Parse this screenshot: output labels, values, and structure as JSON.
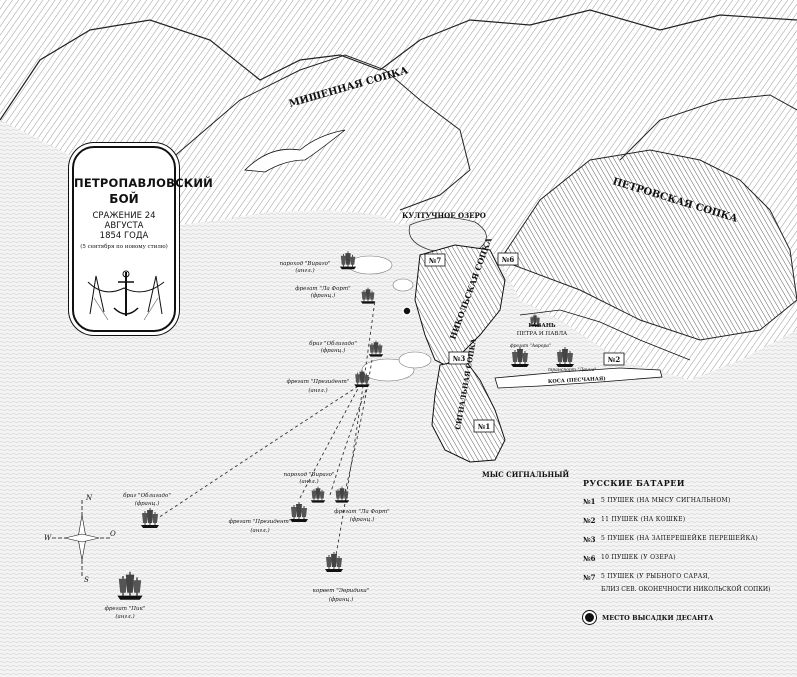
{
  "title": {
    "line1": "ПЕТРОПАВЛОВСКИЙ",
    "line2": "БОЙ",
    "sub1": "СРАЖЕНИЕ 24 АВГУСТА",
    "sub2": "1854 ГОДА",
    "note": "(5 сентября по новому стилю)"
  },
  "places": {
    "mishennaya": "МИШЕННАЯ СОПКА",
    "petrovskaya": "ПЕТРОВСКАЯ СОПКА",
    "nikolskaya": "НИКОЛЬСКАЯ СОПКА",
    "signalnaya": "СИГНАЛЬНАЯ СОПКА",
    "kultuchnoe": "КУЛТУЧНОЕ ОЗЕРО",
    "gavan_1": "ГАВАНЬ",
    "gavan_2": "ПЕТРА И ПАВЛА",
    "kosa": "КОСА (ПЕСЧАНАЯ)",
    "mys": "МЫС СИГНАЛЬНЫЙ"
  },
  "batteries_on_map": [
    "№1",
    "№2",
    "№3",
    "№6",
    "№7"
  ],
  "ships": [
    {
      "name": "пароход \"Вираго\"",
      "flag": "(англ.)"
    },
    {
      "name": "фрегат \"Ла Форт\"",
      "flag": "(франц.)"
    },
    {
      "name": "бриг \"Облигадо\"",
      "flag": "(франц.)"
    },
    {
      "name": "фрегат \"Президент\"",
      "flag": "(англ.)"
    },
    {
      "name": "пароход \"Вираго\"",
      "flag": "(англ.)"
    },
    {
      "name": "бриг \"Облигадо\"",
      "flag": "(франц.)"
    },
    {
      "name": "фрегат \"Президент\"",
      "flag": "(англ.)"
    },
    {
      "name": "фрегат \"Ла Форт\"",
      "flag": "(франц.)"
    },
    {
      "name": "корвет \"Эвридика\"",
      "flag": "(франц.)"
    },
    {
      "name": "фрегат \"Пик\"",
      "flag": "(англ.)"
    }
  ],
  "harbor_ships": {
    "aurora": "фрегат \"Аврора\"",
    "dvina": "транспорт \"Двина\""
  },
  "compass": {
    "n": "N",
    "s": "S",
    "w": "W",
    "o": "O"
  },
  "legend": {
    "title": "РУССКИЕ БАТАРЕИ",
    "rows": [
      {
        "num": "№1",
        "text": "5 ПУШЕК (НА МЫСУ СИГНАЛЬНОМ)"
      },
      {
        "num": "№2",
        "text": "11 ПУШЕК (НА КОШКЕ)"
      },
      {
        "num": "№3",
        "text": "5 ПУШЕК (НА ЗАПЕРЕШЕЙКЕ ПЕРЕШЕЙКА)"
      },
      {
        "num": "№6",
        "text": "10 ПУШЕК (У ОЗЕРА)"
      },
      {
        "num": "№7",
        "text": "5 ПУШЕК (У РЫБНОГО САРАЯ,"
      }
    ],
    "row7_cont": "БЛИЗ СЕВ. ОКОНЕЧНОСТИ НИКОЛЬСКОЙ СОПКИ)",
    "landing": "МЕСТО ВЫСАДКИ ДЕСАНТА"
  }
}
